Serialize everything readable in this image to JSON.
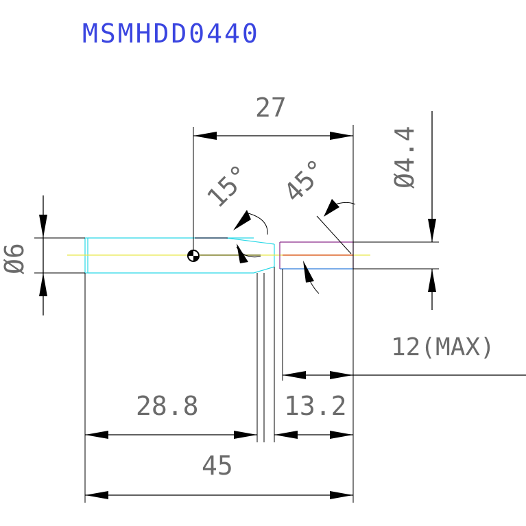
{
  "drawing": {
    "title": "MSMHDD0440",
    "dimensions": {
      "total_length": "45",
      "top_length": "27",
      "shank_length": "28.8",
      "tip_length": "13.2",
      "max_length": "12(MAX)",
      "shank_diameter": "Ø6",
      "tip_diameter": "Ø4.4",
      "angle_small": "15°",
      "angle_large": "45°"
    },
    "colors": {
      "title": "#3a45e0",
      "outline": "#000000",
      "shank": "#29d8e6",
      "centerline": "#e8e84a",
      "tip_top": "#8a2a8a",
      "tip_center": "#d94a1a",
      "tip_bottom": "#2a7ad9"
    }
  }
}
